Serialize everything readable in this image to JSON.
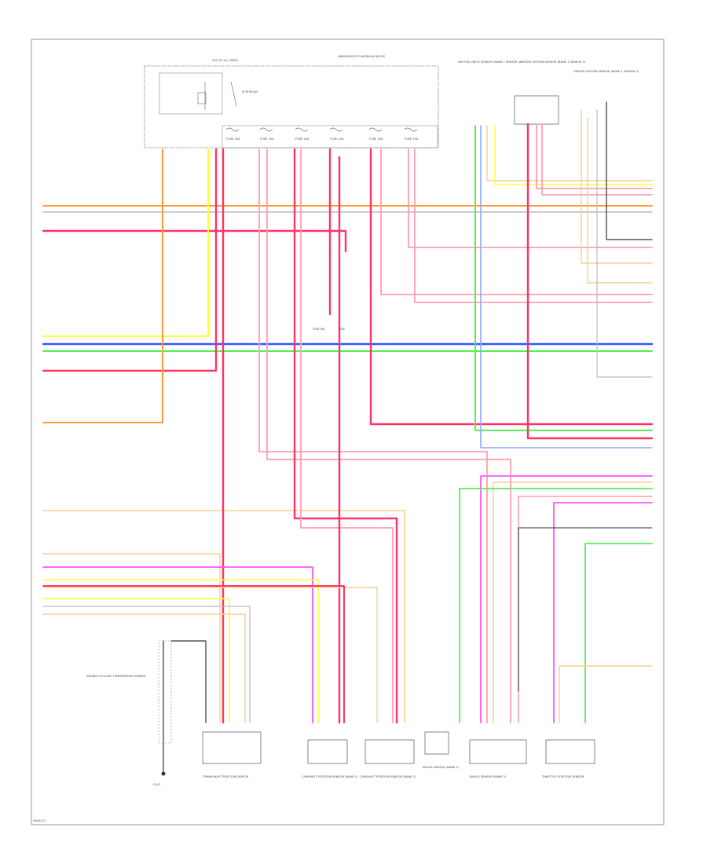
{
  "diagram_id": "SA0A211",
  "colors": {
    "orange": "#ff9a3c",
    "red": "#ff3366",
    "pink": "#ff9eb0",
    "yellow": "#ffff33",
    "blue": "#3355ff",
    "green": "#55ee55",
    "ltgreen": "#aaf5aa",
    "gray": "#bbbbbb",
    "tan": "#f5d090",
    "violet": "#ff55ff",
    "lightblue": "#88aaff",
    "dark": "#333333",
    "lime": "#ccff66"
  },
  "top_box": {
    "fuse_label": "HOT AT ALL TIMES",
    "module_label": "UNDERHOOD FUSE/RELAY BLOCK",
    "relay_label": "ECM RELAY",
    "fuses": [
      "FUSE 15A",
      "FUSE 10A",
      "FUSE 15A",
      "FUSE 15A",
      "FUSE 10A",
      "FUSE 10A"
    ]
  },
  "right_components": [
    {
      "id": "rc1",
      "label": "AIR FUEL RATIO SENSOR (BANK 1 SENSOR 1)"
    },
    {
      "id": "rc2",
      "label": "HEATED OXYGEN SENSOR (BANK 1 SENSOR 2)"
    },
    {
      "id": "rc3",
      "label": "HEATED OXYGEN SENSOR (BANK 2 SENSOR 2)"
    }
  ],
  "inline_component": {
    "left": "FUEL INJ",
    "right": "IGN"
  },
  "bottom_components": [
    {
      "id": "bc1",
      "label": "ENGINE COOLANT TEMPERATURE SENSOR"
    },
    {
      "id": "bc2",
      "label": "CRANKSHAFT POSITION SENSOR"
    },
    {
      "id": "bc3",
      "label": "CAMSHAFT POSITION SENSOR (BANK 1)"
    },
    {
      "id": "bc4",
      "label": "CAMSHAFT POSITION SENSOR (BANK 2)"
    },
    {
      "id": "bc5",
      "label": "KNOCK SENSOR (BANK 1)"
    },
    {
      "id": "bc6",
      "label": "KNOCK SENSOR (BANK 2)"
    },
    {
      "id": "bc7",
      "label": "THROTTLE POSITION SENSOR"
    }
  ],
  "ground_label": "G101"
}
